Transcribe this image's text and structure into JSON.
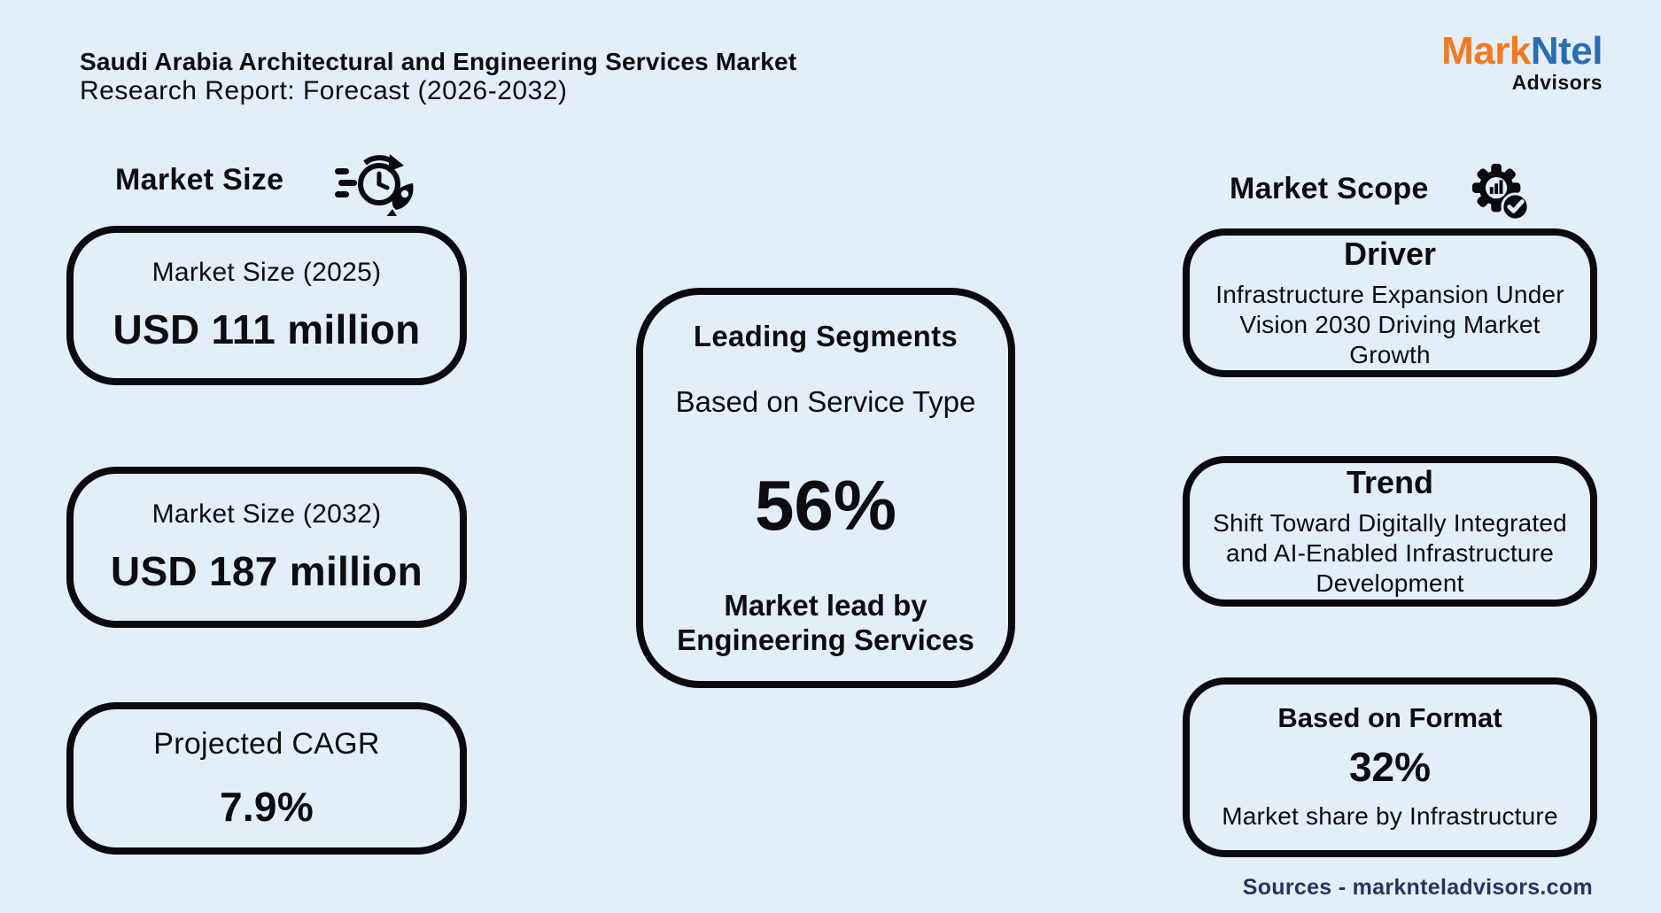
{
  "page": {
    "background": "#e3eefb",
    "border_color": "#0a0a10"
  },
  "header": {
    "title": "Saudi Arabia Architectural and Engineering Services Market",
    "subtitle": "Research Report: Forecast (2026-2032)"
  },
  "logo": {
    "part_orange": "Mark",
    "part_blue": "Ntel",
    "part_sub": "Advisors",
    "orange": "#f5791f",
    "blue": "#2a6db5"
  },
  "market_size": {
    "heading": "Market Size",
    "icon": "clock-rocket-icon",
    "boxes": [
      {
        "label": "Market Size (2025)",
        "value": "USD 111 million"
      },
      {
        "label": "Market Size (2032)",
        "value": "USD 187 million"
      },
      {
        "label": "Projected CAGR",
        "value": "7.9%"
      }
    ]
  },
  "leading_segments": {
    "title": "Leading Segments",
    "subtitle": "Based on Service Type",
    "value": "56%",
    "note_lines": [
      "Market lead by",
      "Engineering Services"
    ]
  },
  "market_scope": {
    "heading": "Market Scope",
    "icon": "gear-chart-check-icon",
    "boxes": [
      {
        "title": "Driver",
        "body_lines": [
          "Infrastructure Expansion Under",
          "Vision 2030 Driving Market Growth"
        ]
      },
      {
        "title": "Trend",
        "body_lines": [
          "Shift Toward Digitally Integrated",
          "and AI-Enabled Infrastructure",
          "Development"
        ]
      },
      {
        "title": "Based on Format",
        "value": "32%",
        "body_lines": [
          "Market share by Infrastructure"
        ]
      }
    ]
  },
  "footer": {
    "sources": "Sources - marknteladvisors.com",
    "color": "#24365a"
  },
  "chart_data": {
    "type": "table",
    "title": "Saudi Arabia Architectural and Engineering Services Market Research Report: Forecast (2026-2032)",
    "metrics": [
      {
        "label": "Market Size (2025)",
        "value": "USD 111 million"
      },
      {
        "label": "Market Size (2032)",
        "value": "USD 187 million"
      },
      {
        "label": "Projected CAGR",
        "value": "7.9%"
      },
      {
        "label": "Leading segment share, Based on Service Type",
        "value": "56%",
        "note": "Market lead by Engineering Services"
      },
      {
        "label": "Market share by Infrastructure, Based on Format",
        "value": "32%"
      },
      {
        "label": "Driver",
        "value": "Infrastructure Expansion Under Vision 2030 Driving Market Growth"
      },
      {
        "label": "Trend",
        "value": "Shift Toward Digitally Integrated and AI-Enabled Infrastructure Development"
      }
    ]
  }
}
